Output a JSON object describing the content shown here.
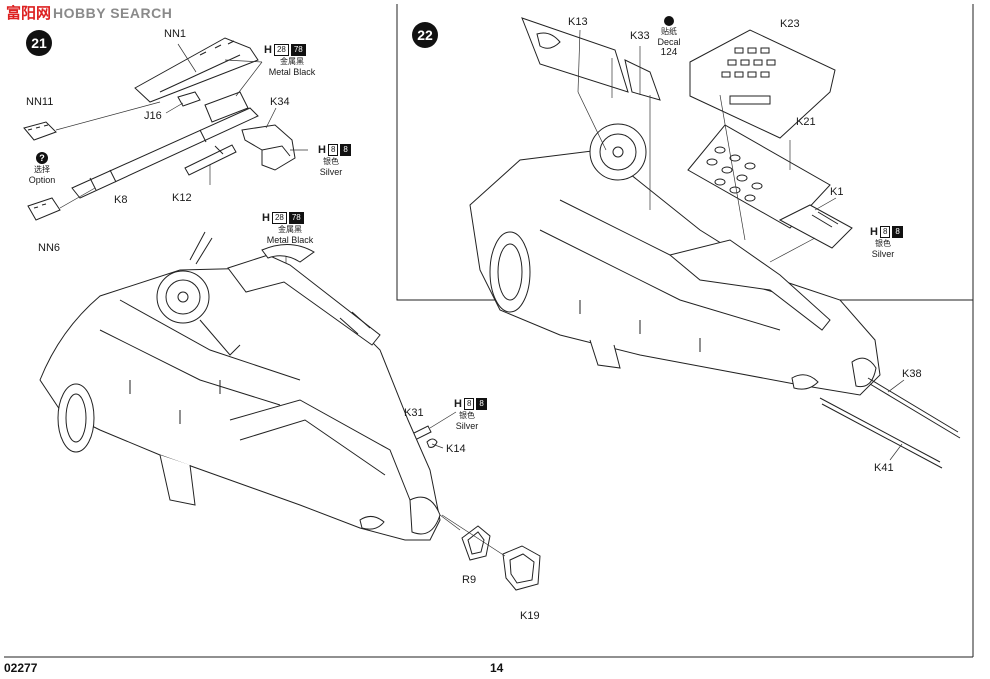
{
  "watermark": {
    "cn": "富阳网",
    "en": "HOBBY SEARCH"
  },
  "steps": {
    "left": "21",
    "right": "22"
  },
  "footer": {
    "code": "02277",
    "page_number": "14"
  },
  "paint_callouts": {
    "metal_black_top": {
      "h": "H",
      "code1": "28",
      "code2": "78",
      "cn": "金属黑",
      "en": "Metal Black"
    },
    "silver_k34": {
      "h": "H",
      "code1": "8",
      "code2": "8",
      "cn": "银色",
      "en": "Silver"
    },
    "metal_black_mid": {
      "h": "H",
      "code1": "28",
      "code2": "78",
      "cn": "金属黑",
      "en": "Metal Black"
    },
    "silver_k31": {
      "h": "H",
      "code1": "8",
      "code2": "8",
      "cn": "银色",
      "en": "Silver"
    },
    "silver_k1": {
      "h": "H",
      "code1": "8",
      "code2": "8",
      "cn": "银色",
      "en": "Silver"
    }
  },
  "option": {
    "mark": "?",
    "cn": "选择",
    "en": "Option"
  },
  "decal": {
    "cn": "贴纸",
    "en": "Decal",
    "number": "124"
  },
  "part_labels": {
    "nn1": "NN1",
    "nn11": "NN11",
    "j16": "J16",
    "k34": "K34",
    "k8": "K8",
    "k12": "K12",
    "nn6": "NN6",
    "k31": "K31",
    "k14": "K14",
    "r9": "R9",
    "k19": "K19",
    "k13": "K13",
    "k33": "K33",
    "k23": "K23",
    "k21": "K21",
    "k1": "K1",
    "k38": "K38",
    "k41": "K41"
  }
}
